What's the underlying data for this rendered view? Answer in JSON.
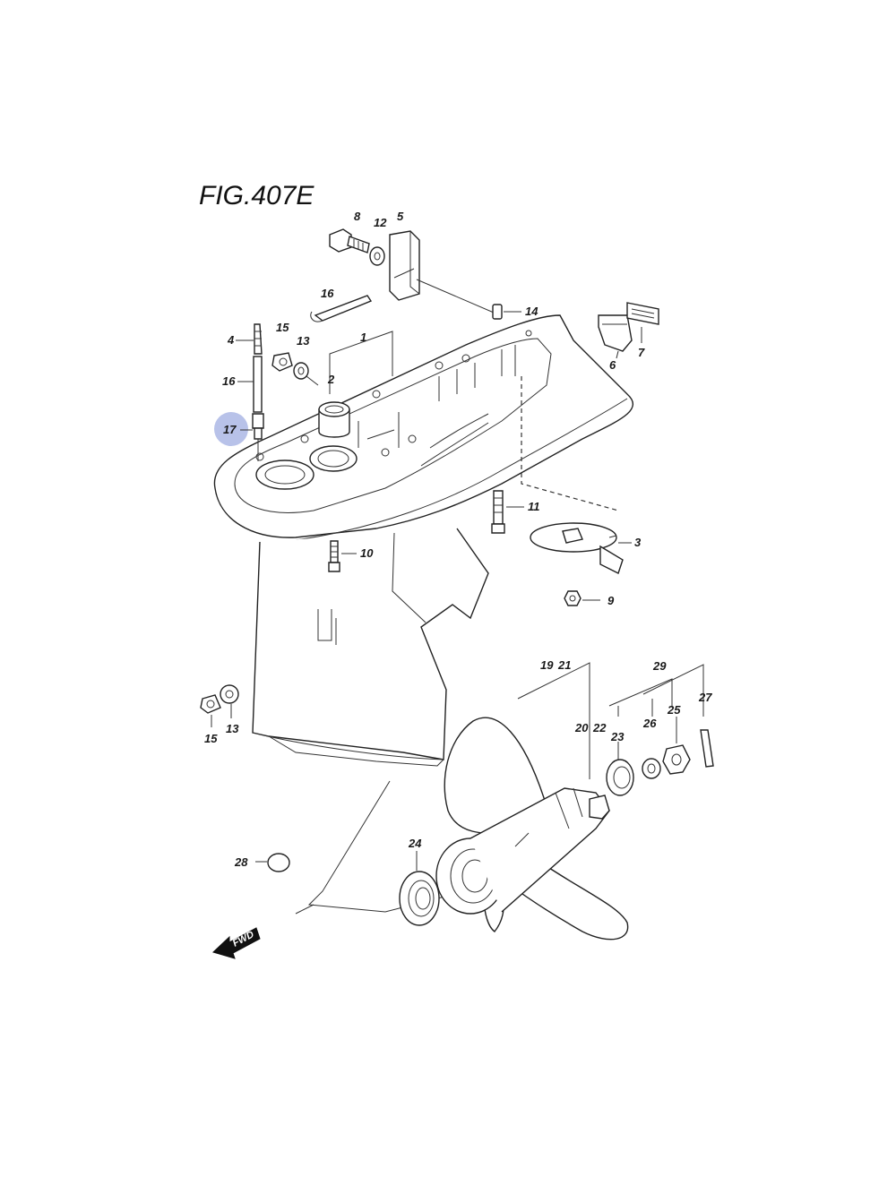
{
  "figure": {
    "title": "FIG.407E",
    "highlight_color": "#9aa8e0",
    "fwd_label": "FWD",
    "fwd_icon": "fwd-arrow-icon"
  },
  "callouts": {
    "c1": "1",
    "c2": "2",
    "c3": "3",
    "c4": "4",
    "c5": "5",
    "c6": "6",
    "c7": "7",
    "c8": "8",
    "c9": "9",
    "c10": "10",
    "c11": "11",
    "c12": "12",
    "c13a": "13",
    "c13b": "13",
    "c14": "14",
    "c15a": "15",
    "c15b": "15",
    "c16a": "16",
    "c16b": "16",
    "c17": "17",
    "c19": "19",
    "c21": "21",
    "c20": "20",
    "c22": "22",
    "c23": "23",
    "c24": "24",
    "c25": "25",
    "c26": "26",
    "c27": "27",
    "c28": "28",
    "c29": "29"
  }
}
